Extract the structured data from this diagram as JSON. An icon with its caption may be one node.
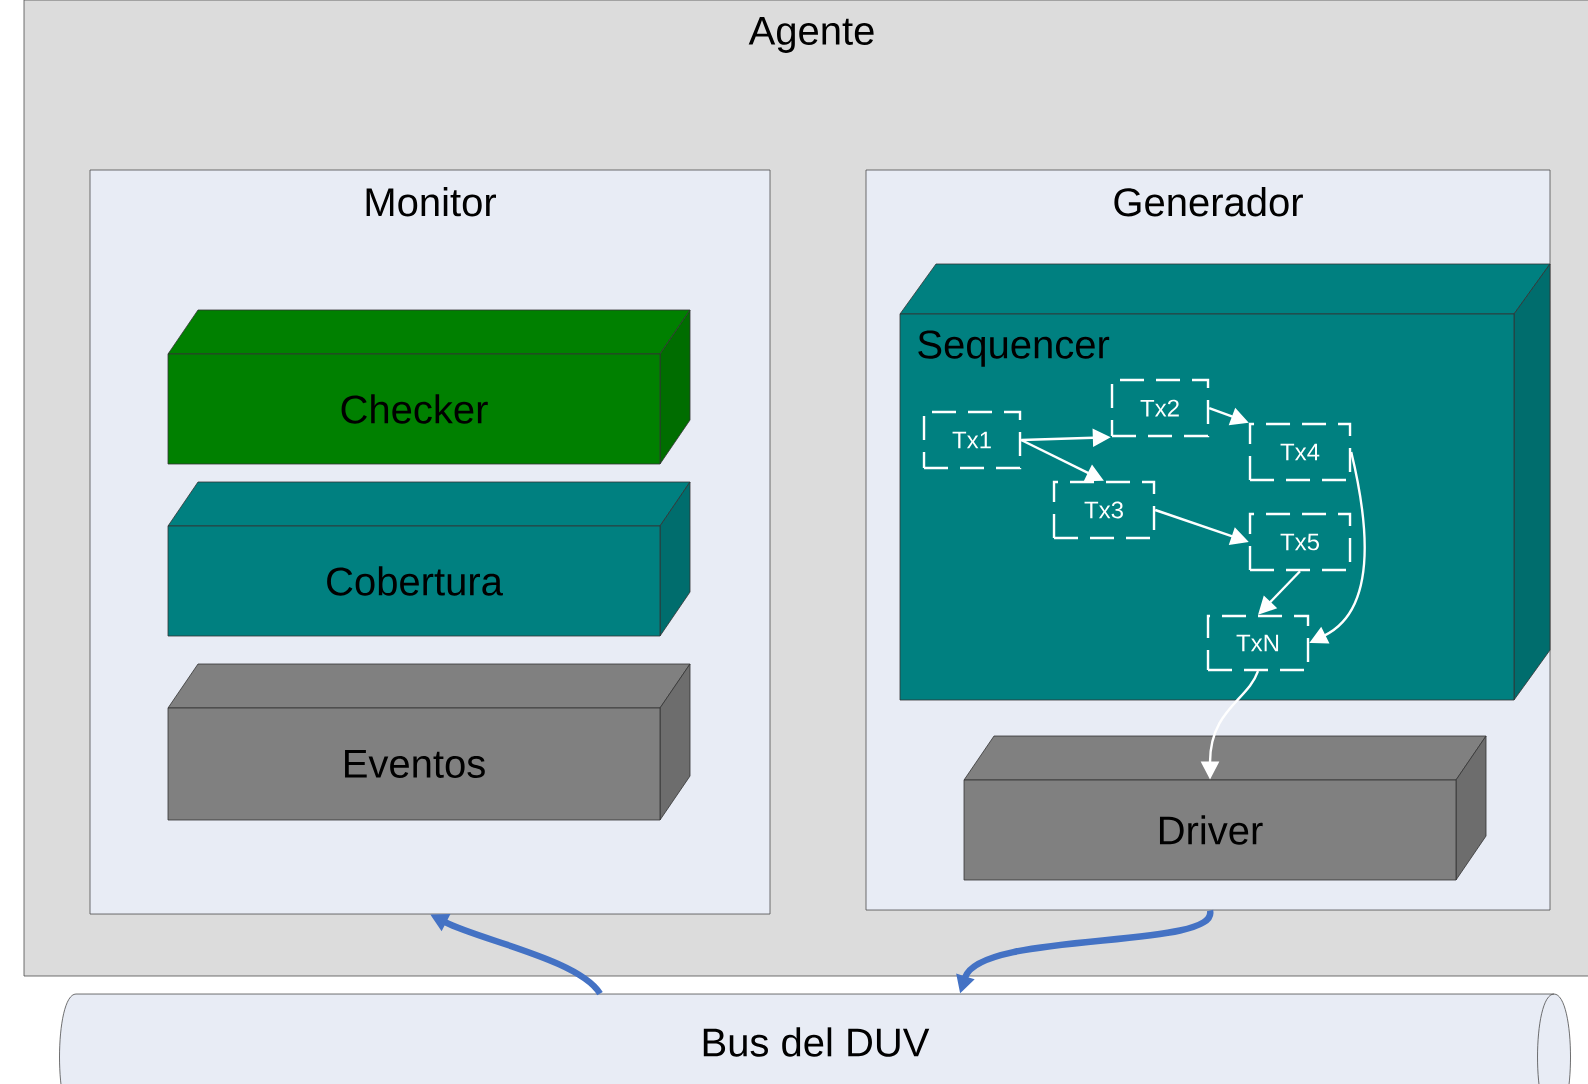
{
  "diagram": {
    "nodes": [
      {
        "text": [
          "Agente"
        ]
      },
      {
        "text": [
          "Monitor"
        ],
        "in": 0
      },
      {
        "text": [
          "Checker"
        ],
        "in": 1
      },
      {
        "text": [
          "Cobertura"
        ],
        "in": 1
      },
      {
        "text": [
          "Eventos"
        ],
        "in": 1
      },
      {
        "text": [
          "Generador"
        ],
        "in": 0
      },
      {
        "text": [
          "Sequencer"
        ],
        "in": 5
      },
      {
        "text": [
          "Tx1"
        ],
        "in": 6
      },
      {
        "text": [
          "Tx2"
        ],
        "in": 6
      },
      {
        "text": [
          "Tx3"
        ],
        "in": 6
      },
      {
        "text": [
          "Tx4"
        ],
        "in": 6
      },
      {
        "text": [
          "Tx5"
        ],
        "in": 6
      },
      {
        "text": [
          "TxN"
        ],
        "in": 6
      },
      {
        "text": [
          "Driver"
        ],
        "in": 5
      },
      {
        "text": [
          "Bus del DUV"
        ]
      }
    ],
    "edges": [
      {
        "from": 7,
        "to": 8,
        "arrow": "to"
      },
      {
        "from": 7,
        "to": 9,
        "arrow": "to"
      },
      {
        "from": 8,
        "to": 10,
        "arrow": "to"
      },
      {
        "from": 9,
        "to": 11,
        "arrow": "to"
      },
      {
        "from": 10,
        "to": 12,
        "arrow": "to"
      },
      {
        "from": 11,
        "to": 12,
        "arrow": "to"
      },
      {
        "from": 12,
        "to": 13,
        "arrow": "to"
      },
      {
        "from": 5,
        "to": 14,
        "arrow": "to",
        "style": "thick",
        "color": "#4472c4"
      },
      {
        "from": 14,
        "to": 1,
        "arrow": "to",
        "style": "thick",
        "color": "#4472c4"
      }
    ]
  }
}
